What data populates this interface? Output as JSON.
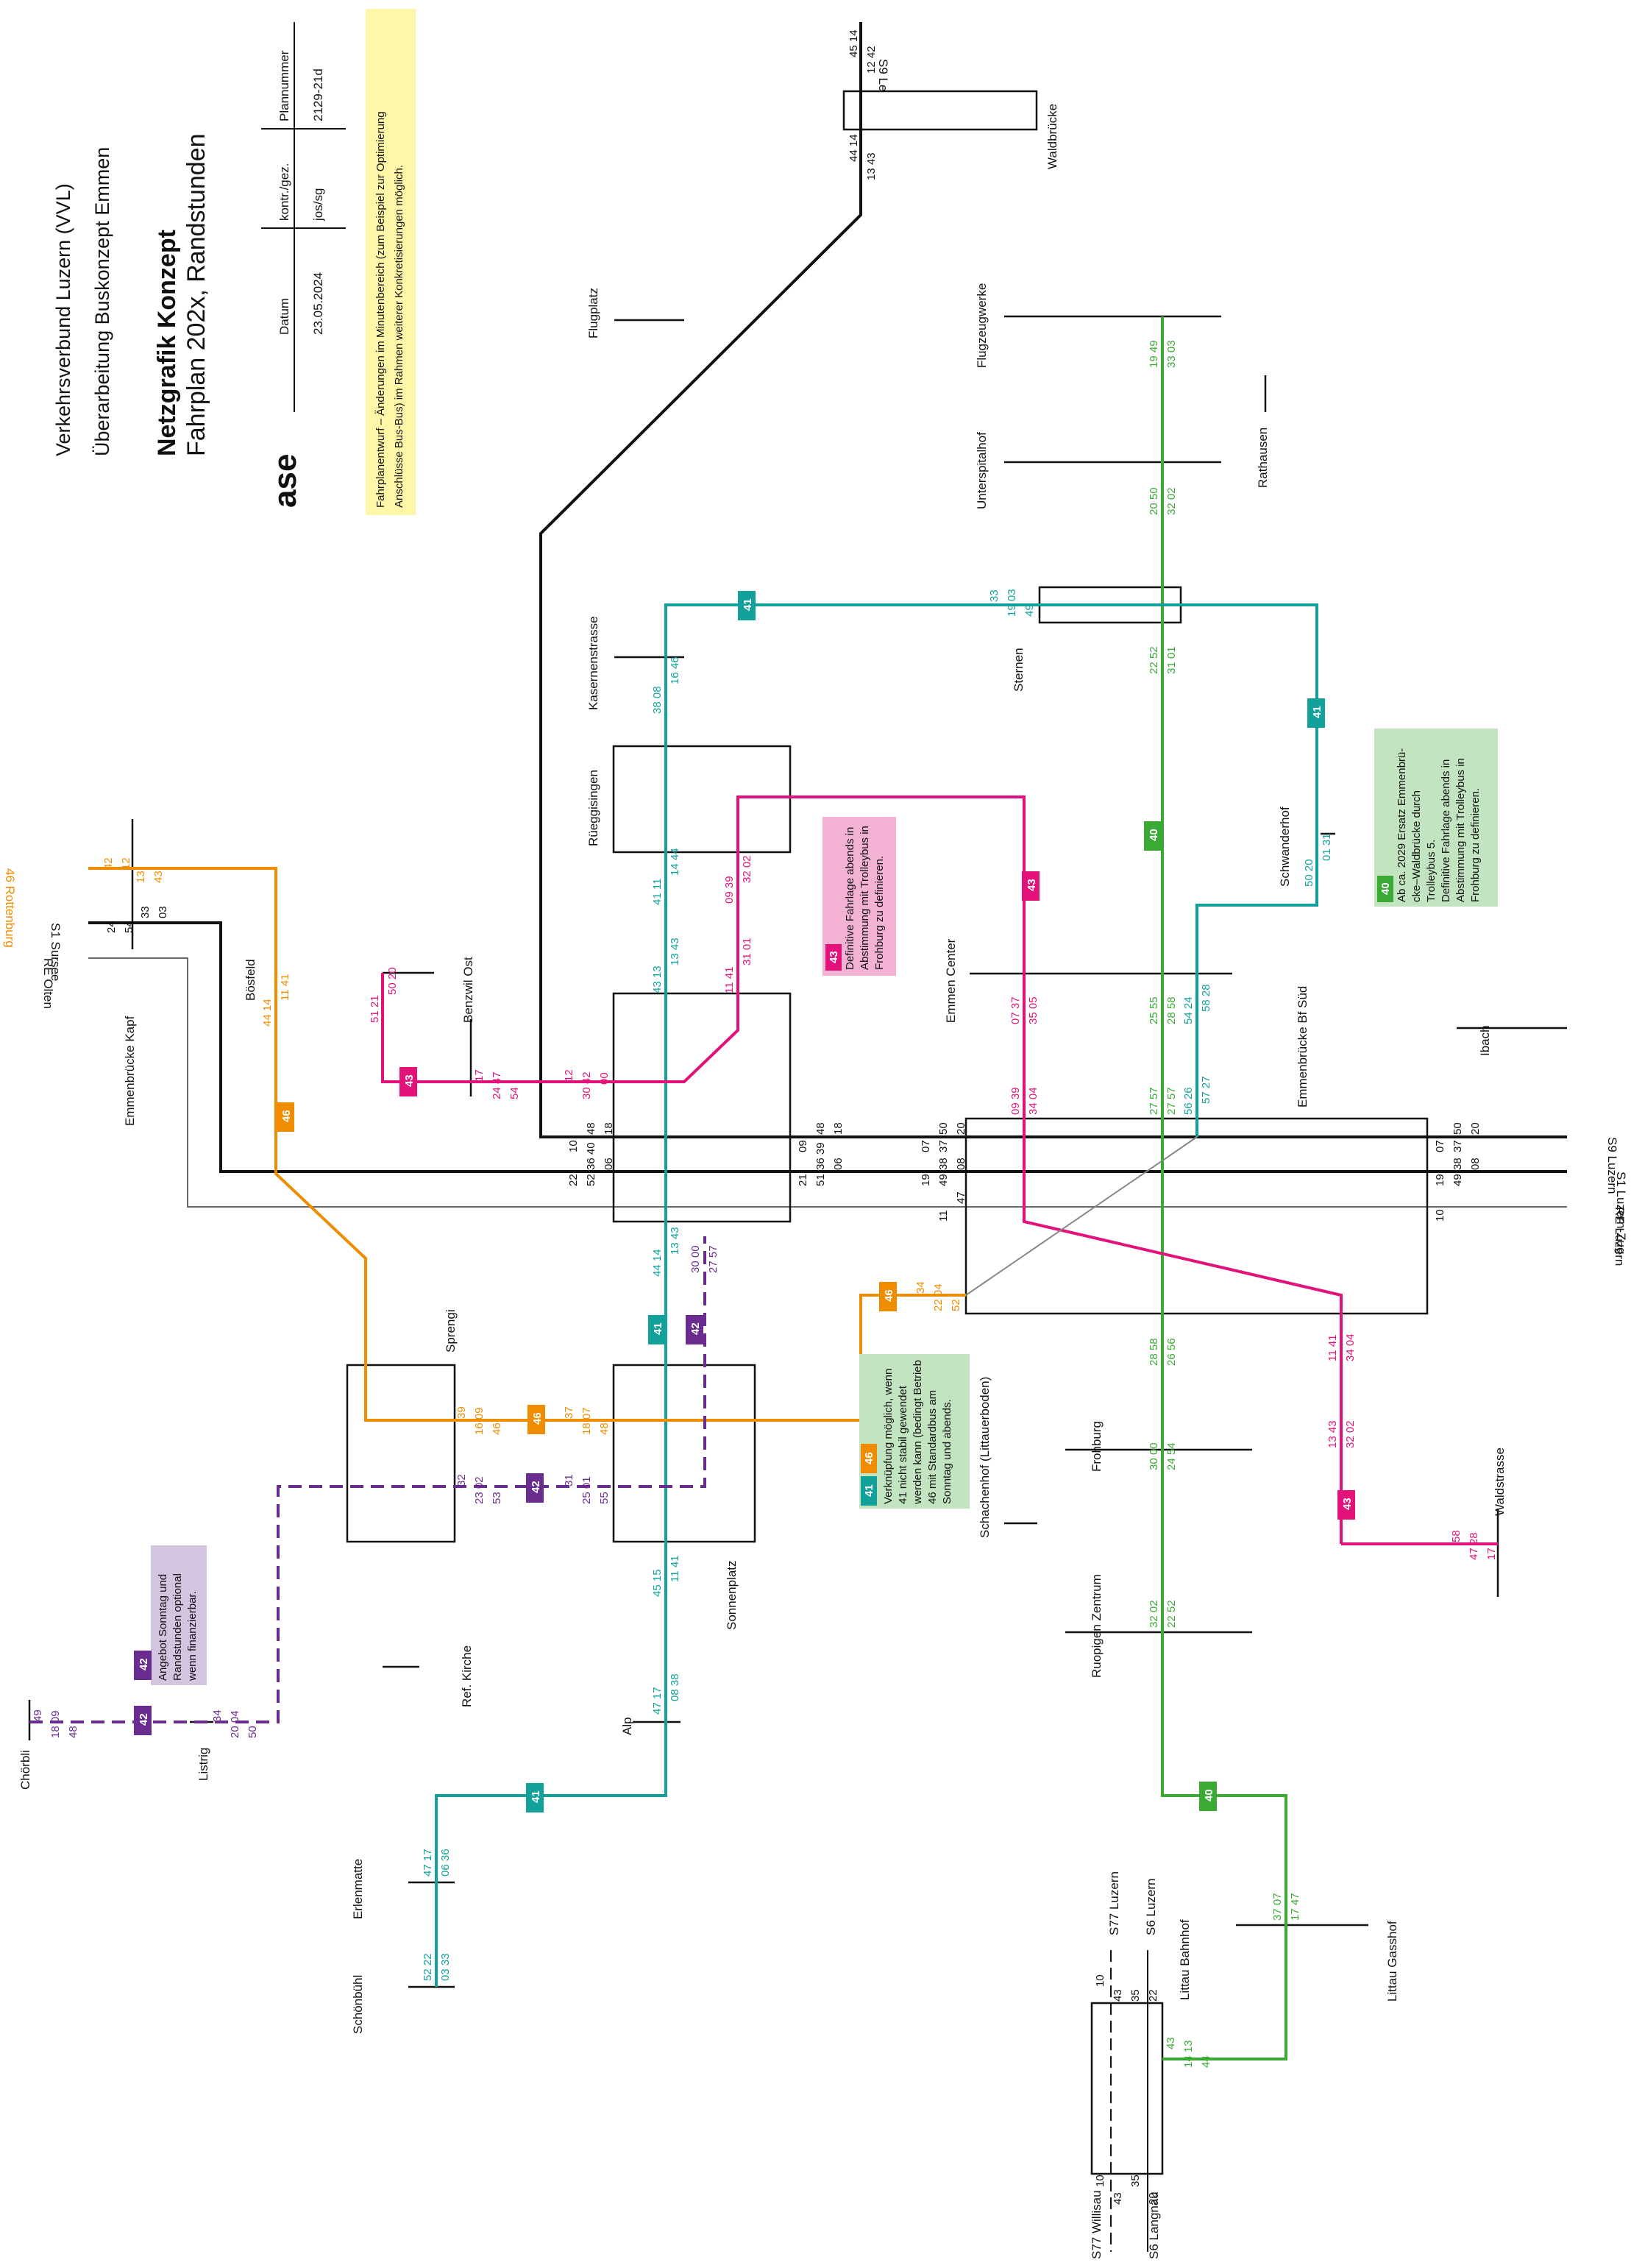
{
  "header": {
    "org": "Verkehrsverbund Luzern (VVL)",
    "project": "Überarbeitung Buskonzept Emmen",
    "title": "Netzgrafik Konzept",
    "subtitle": "Fahrplan 202x, Randstunden",
    "logo": "ase",
    "table_labels": [
      "Datum",
      "kontr./gez.",
      "Plannummer"
    ],
    "table_values": [
      "23.05.2024",
      "jos/sg",
      "2129-21d"
    ],
    "disclaimer_lines": [
      "Fahrplanentwurf – Änderungen im Minutenbereich (zum Beispiel zur Optimierung",
      "Anschlüsse Bus-Bus) im Rahmen weiterer Konkretisierungen möglich."
    ]
  },
  "colors": {
    "line40": "#3aaa35",
    "line41": "#12a19a",
    "line42": "#6a2c8e",
    "line43": "#e2127a",
    "line46": "#ef8c00",
    "rail": "#111111",
    "re": "#555555"
  },
  "lines": [
    {
      "id": "40",
      "color": "#3aaa35",
      "name": "40"
    },
    {
      "id": "41",
      "color": "#12a19a",
      "name": "41"
    },
    {
      "id": "42",
      "color": "#6a2c8e",
      "name": "42"
    },
    {
      "id": "43",
      "color": "#e2127a",
      "name": "43"
    },
    {
      "id": "46",
      "color": "#ef8c00",
      "name": "46"
    }
  ],
  "stations": {
    "flugplatz": "Flugplatz",
    "kasernenstrasse": "Kasernenstrasse",
    "rueggisingen": "Rüeggisingen",
    "benzwil": "Benzwil Ost",
    "boesfeld": "Bösfeld",
    "emmenbruecke_kapf": "Emmenbrücke Kapf",
    "sprengi": "Sprengi",
    "sonnenplatz": "Sonnenplatz",
    "ref_kirche": "Ref. Kirche",
    "alp": "Alp",
    "listrig": "Listrig",
    "choerbli": "Chörbli",
    "erlenmatte": "Erlenmatte",
    "schoenbuehl": "Schönbühl",
    "waldbruecke": "Waldbrücke",
    "flugzeugwerke": "Flugzeugwerke",
    "unterspitalhof": "Unterspitalhof",
    "rathausen": "Rathausen",
    "sternen": "Sternen",
    "schwanderhof": "Schwanderhof",
    "emmen_center": "Emmen Center",
    "emmenbruecke_bf_sued": "Emmenbrücke Bf Süd",
    "ibach": "Ibach",
    "schachenhof": "Schachenhof (Littauerboden)",
    "frohburg": "Frohburg",
    "waldstrasse": "Waldstrasse",
    "ruopigen": "Ruopigen Zentrum",
    "littau_bahnhof": "Littau Bahnhof",
    "littau_gasshof": "Littau Gasshof"
  },
  "rail_labels": {
    "s9_le": "S9 Le",
    "s9_luzern": "S9 Luzern",
    "s1_luzern_zug": "S1 Luzern-Zug",
    "re_luzern": "RE Luzern",
    "rottenburg": "46 Rottenburg",
    "s1_sursee": "S1 Sursee",
    "re_olten": "RE Olten",
    "s77_luzern": "S77 Luzern",
    "s6_luzern": "S6 Luzern",
    "s77_willisau": "S77 Willisau",
    "s6_langnau": "S6 Langnau"
  },
  "notes": {
    "n43a": [
      "Definitive Fahrlage abends in",
      "Abstimmung mit Trolleybus in",
      "Frohburg zu definieren."
    ],
    "n40": [
      "Ab ca. 2029 Ersatz Emmenbrü-",
      "cke–Waldbrücke durch",
      "Trolleybus 5.",
      "Definitive Fahrlage abends in",
      "Abstimmung mit Trolleybus in",
      "Frohburg zu definieren."
    ],
    "n42": [
      "Angebot Sonntag und",
      "Randstunden optional",
      "wenn finanzierbar."
    ],
    "n4146": [
      "Verknüpfung möglich, wenn",
      "41 nicht stabil gewendet",
      "werden kann (bedingt Betrieb",
      "46 mit Standardbus am",
      "Sonntag und abends."
    ]
  },
  "times": {
    "l41": [
      "38 08",
      "16 46",
      "41 11",
      "14 44",
      "43 13",
      "13 43",
      "44 14",
      "13 43",
      "45 15",
      "11 41",
      "47 17",
      "08 38",
      "47 17",
      "06 36",
      "52 22",
      "03 33",
      "33",
      "19 03",
      "49",
      "50 20",
      "01 31",
      "54 24",
      "58 28",
      "56 26",
      "57 27"
    ],
    "l40": [
      "19 49",
      "33 03",
      "20 50",
      "32 02",
      "22 52",
      "31 01",
      "25 55",
      "28 58",
      "27 57",
      "27 57",
      "28 58",
      "26 56",
      "30 00",
      "24 54",
      "32 02",
      "22 52",
      "37 07",
      "17 47",
      "43",
      "14 13",
      "44"
    ],
    "l43": [
      "09 39",
      "32 02",
      "11 41",
      "31 01",
      "51 21",
      "50 20",
      "17",
      "24 47",
      "54",
      "12",
      "30 42",
      "00",
      "07 37",
      "35 05",
      "09 39",
      "34 04",
      "11 41",
      "34 04",
      "13 43",
      "32 02",
      "58",
      "47 28",
      "17"
    ],
    "l46": [
      "42",
      "12",
      "13",
      "43",
      "44 14",
      "11 41",
      "39",
      "16 09",
      "46",
      "37",
      "18 07",
      "48",
      "34",
      "22 04",
      "52"
    ],
    "l42": [
      "30 00",
      "27 57",
      "32",
      "23 02",
      "53",
      "31",
      "25 01",
      "55",
      "49",
      "18 09",
      "48",
      "34",
      "20 04",
      "50"
    ],
    "rail": [
      "45 14",
      "12 42",
      "44 14",
      "13 43",
      "24",
      "54",
      "33",
      "03",
      "10",
      "36 40",
      "48",
      "18",
      "22",
      "52",
      "06",
      "09",
      "36 39",
      "48",
      "18",
      "21",
      "51",
      "06",
      "07",
      "37",
      "50",
      "20",
      "19",
      "49",
      "38",
      "08",
      "47",
      "11",
      "07",
      "37",
      "50",
      "20",
      "19",
      "49",
      "38",
      "08",
      "10",
      "10",
      "43",
      "35",
      "22",
      "10",
      "43",
      "35",
      "22"
    ]
  }
}
